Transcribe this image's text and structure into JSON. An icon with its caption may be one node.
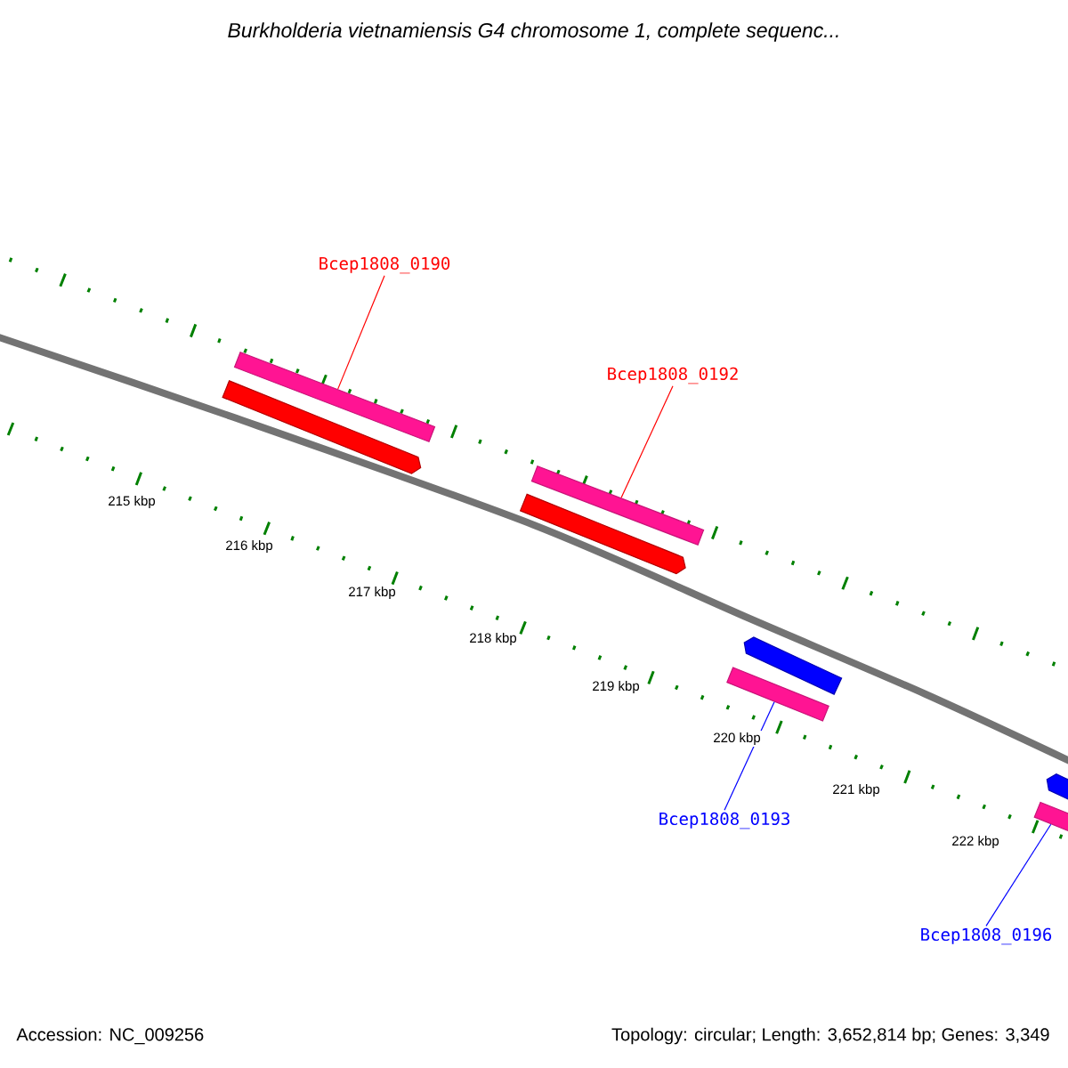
{
  "diagram": {
    "title": "Burkholderia vietnamiensis G4 chromosome 1, complete sequenc...",
    "nodes": [
      {
        "text": [
          "Bcep1808_0190"
        ]
      },
      {
        "text": [],
        "shape": "bar"
      },
      {
        "text": [
          "Bcep1808_0192"
        ]
      },
      {
        "text": [],
        "shape": "bar"
      },
      {
        "text": [
          "Bcep1808_0193"
        ]
      },
      {
        "text": [],
        "shape": "bar"
      },
      {
        "text": [
          "Bcep1808_0196"
        ]
      },
      {
        "text": [],
        "shape": "bar"
      },
      {
        "text": [],
        "shape": "arrow"
      },
      {
        "text": [],
        "shape": "arrow"
      },
      {
        "text": [],
        "shape": "arrow"
      },
      {
        "text": [],
        "shape": "arrow"
      }
    ],
    "edges": [
      {
        "from": 0,
        "to": 1,
        "arrow": "none",
        "color": "#ff0000"
      },
      {
        "from": 2,
        "to": 3,
        "arrow": "none",
        "color": "#ff0000"
      },
      {
        "from": 4,
        "to": 5,
        "arrow": "none",
        "color": "#0000ff"
      },
      {
        "from": 6,
        "to": 7,
        "arrow": "none",
        "color": "#0000ff"
      }
    ],
    "labels": [
      "215 kbp",
      "216 kbp",
      "217 kbp",
      "218 kbp",
      "219 kbp",
      "220 kbp",
      "221 kbp",
      "222 kbp",
      "Accession: NC_009256",
      "Topology: circular; Length: 3,652,814 bp; Genes: 3,349"
    ]
  }
}
